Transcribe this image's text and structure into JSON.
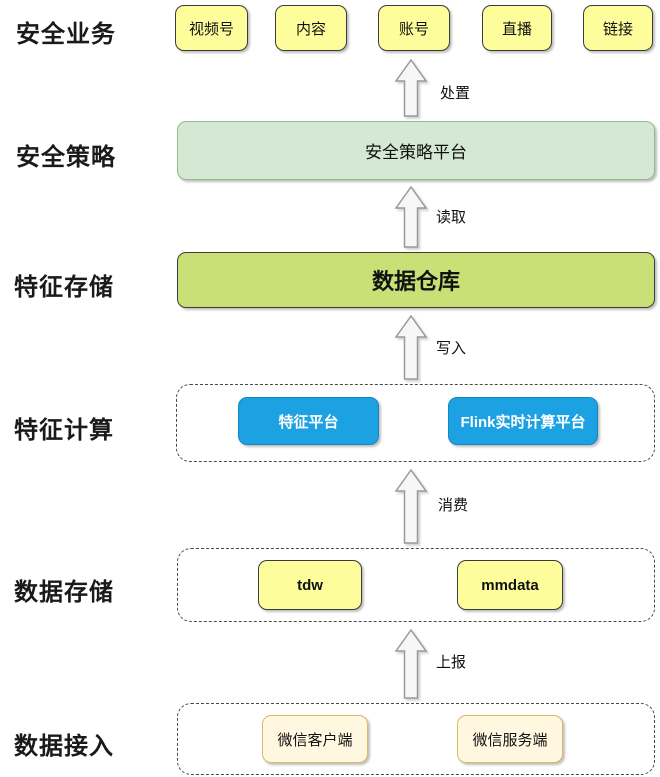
{
  "layers": [
    {
      "id": "security-business",
      "label": "安全业务",
      "nodes": [
        "视频号",
        "内容",
        "账号",
        "直播",
        "链接"
      ]
    },
    {
      "id": "security-policy",
      "label": "安全策略",
      "nodes": [
        "安全策略平台"
      ]
    },
    {
      "id": "feature-storage",
      "label": "特征存储",
      "nodes": [
        "数据仓库"
      ]
    },
    {
      "id": "feature-computing",
      "label": "特征计算",
      "nodes": [
        "特征平台",
        "Flink实时计算平台"
      ]
    },
    {
      "id": "data-storage",
      "label": "数据存储",
      "nodes": [
        "tdw",
        "mmdata"
      ]
    },
    {
      "id": "data-access",
      "label": "数据接入",
      "nodes": [
        "微信客户端",
        "微信服务端"
      ]
    }
  ],
  "arrows": [
    {
      "id": "dispose",
      "label": "处置",
      "direction": "up"
    },
    {
      "id": "read",
      "label": "读取",
      "direction": "up"
    },
    {
      "id": "write",
      "label": "写入",
      "direction": "up"
    },
    {
      "id": "consume",
      "label": "消费",
      "direction": "up"
    },
    {
      "id": "report",
      "label": "上报",
      "direction": "up"
    }
  ],
  "colors": {
    "node_yellow": "#FDFD9B",
    "node_light_green": "#D5E8D4",
    "node_bright_green": "#C9E077",
    "node_blue": "#1CA1E3",
    "node_cream": "#FFF7DF",
    "arrow_fill": "#F7F7F7",
    "dashed_border": "#4a4a4a"
  }
}
